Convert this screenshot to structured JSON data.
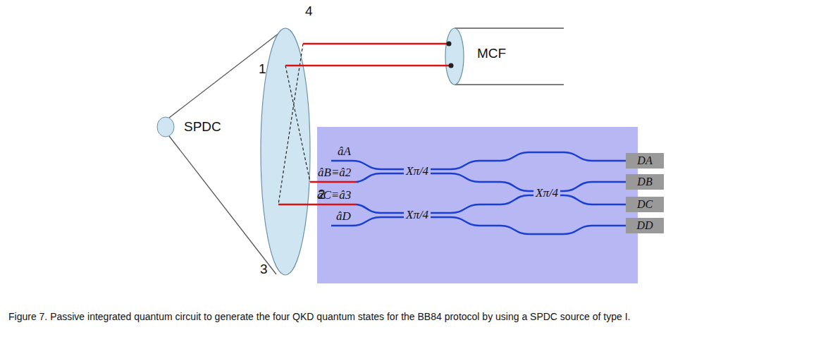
{
  "diagram": {
    "caption": "Figure 7. Passive integrated quantum circuit to generate the four QKD quantum states for the BB84 protocol by using a SPDC source of type I.",
    "nodes": [
      {
        "text": [
          "DA"
        ]
      },
      {
        "text": [
          "DB"
        ]
      },
      {
        "text": [
          "DC"
        ]
      },
      {
        "text": [
          "DD"
        ]
      }
    ],
    "labels": [
      "4",
      "1",
      "2",
      "3",
      "SPDC",
      "MCF",
      "âA",
      "âB≡â2",
      "âC≡â3",
      "âD",
      "Xπ/4",
      "Xπ/4",
      "Xπ/4"
    ]
  }
}
